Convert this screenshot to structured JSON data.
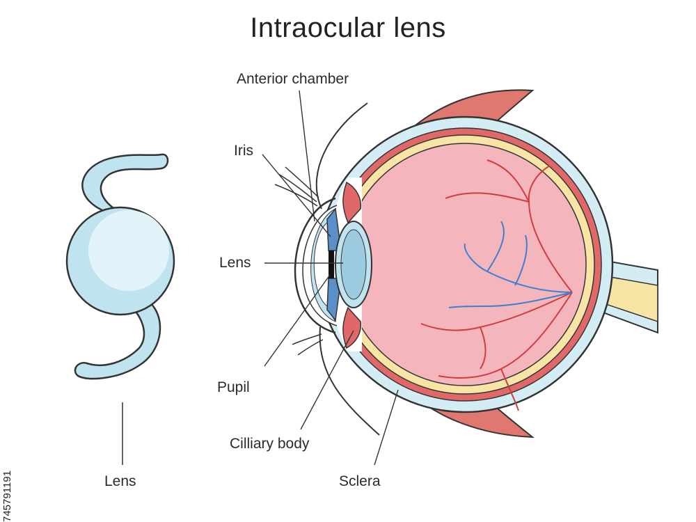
{
  "title": "Intraocular lens",
  "labels": {
    "anterior_chamber": "Anterior chamber",
    "iris": "Iris",
    "lens": "Lens",
    "pupil": "Pupil",
    "ciliary_body": "Cilliary body",
    "sclera": "Sclera",
    "iol_lens": "Lens"
  },
  "stock_id": "745791191",
  "colors": {
    "iol_fill": "#bfe3ef",
    "iol_highlight": "#e2f4fa",
    "sclera_blue": "#d4ecf4",
    "choroid_red": "#e06868",
    "retina_yellow": "#f8e5a6",
    "vitreous_pink": "#f5b5bc",
    "muscle_red": "#e0786f",
    "artery_red": "#d23b3b",
    "vein_blue": "#3c7fd0",
    "outline": "#333333"
  }
}
